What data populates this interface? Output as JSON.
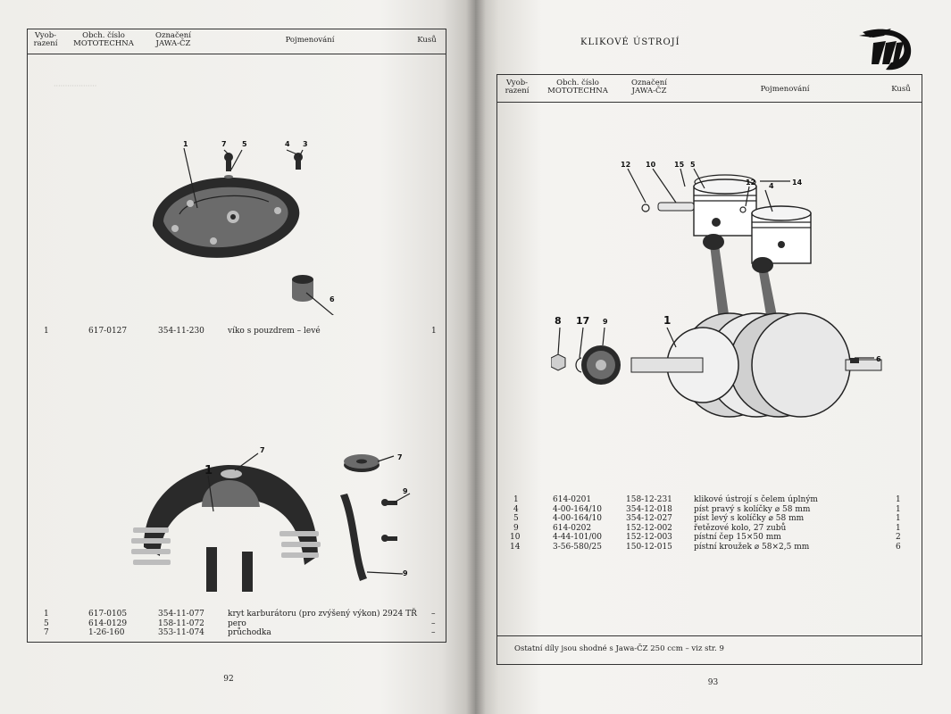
{
  "left_page": {
    "header": {
      "col_vyrobni": "Vyob-\nrazení",
      "col_obch": "Obch. číslo\nMOTOTECHNA",
      "col_oznaceni": "Označení\nJAWA-ČZ",
      "col_pojmenovani": "Pojmenování",
      "col_kusu": "Kusů"
    },
    "group1": [
      {
        "pos": "1",
        "obch": "617-0127",
        "ozn": "354-11-230",
        "name": "víko s pouzdrem – levé",
        "qty": "1"
      }
    ],
    "group2": [
      {
        "pos": "1",
        "obch": "617-0105",
        "ozn": "354-11-077",
        "name": "kryt karburátoru (pro zvýšený výkon)  2924 TŘ",
        "qty": "–"
      },
      {
        "pos": "5",
        "obch": "614-0129",
        "ozn": "158-11-072",
        "name": "pero",
        "qty": "–"
      },
      {
        "pos": "7",
        "obch": "1-26-160",
        "ozn": "353-11-074",
        "name": "průchodka",
        "qty": "–"
      }
    ],
    "diagram1_labels": [
      "1",
      "7",
      "5",
      "4",
      "3",
      "6"
    ],
    "diagram2_labels": [
      "1",
      "7",
      "7",
      "9",
      "9"
    ],
    "page_number": "92"
  },
  "right_page": {
    "title": "KLIKOVÉ ÚSTROJÍ",
    "header": {
      "col_vyrobni": "Vyob-\nrazení",
      "col_obch": "Obch. číslo\nMOTOTECHNA",
      "col_oznaceni": "Označení\nJAWA-ČZ",
      "col_pojmenovani": "Pojmenování",
      "col_kusu": "Kusů"
    },
    "parts": [
      {
        "pos": "1",
        "obch": "614-0201",
        "ozn": "158-12-231",
        "name": "klikové ústrojí s čelem úplným",
        "qty": "1"
      },
      {
        "pos": "4",
        "obch": "4-00-164/10",
        "ozn": "354-12-018",
        "name": "píst pravý s kolíčky   ⌀ 58 mm",
        "qty": "1"
      },
      {
        "pos": "5",
        "obch": "4-00-164/10",
        "ozn": "354-12-027",
        "name": "píst levý s kolíčky   ⌀ 58 mm",
        "qty": "1"
      },
      {
        "pos": "9",
        "obch": "614-0202",
        "ozn": "152-12-002",
        "name": "řetězové kolo, 27 zubů",
        "qty": "1"
      },
      {
        "pos": "10",
        "obch": "4-44-101/00",
        "ozn": "152-12-003",
        "name": "pístní čep  15×50 mm",
        "qty": "2"
      },
      {
        "pos": "14",
        "obch": "3-56-580/25",
        "ozn": "150-12-015",
        "name": "pístní kroužek   ⌀ 58×2,5 mm",
        "qty": "6"
      }
    ],
    "diagram_labels": [
      "12",
      "10",
      "15",
      "5",
      "14",
      "12",
      "4",
      "8",
      "17",
      "9",
      "1",
      "6"
    ],
    "footnote": "Ostatní díly jsou shodné s Jawa-ČZ 250 ccm – viz str. 9",
    "page_number": "93"
  },
  "colors": {
    "paper": "#f2f1ee",
    "ink": "#1d1d1d",
    "gutter": "#bdbab5"
  }
}
